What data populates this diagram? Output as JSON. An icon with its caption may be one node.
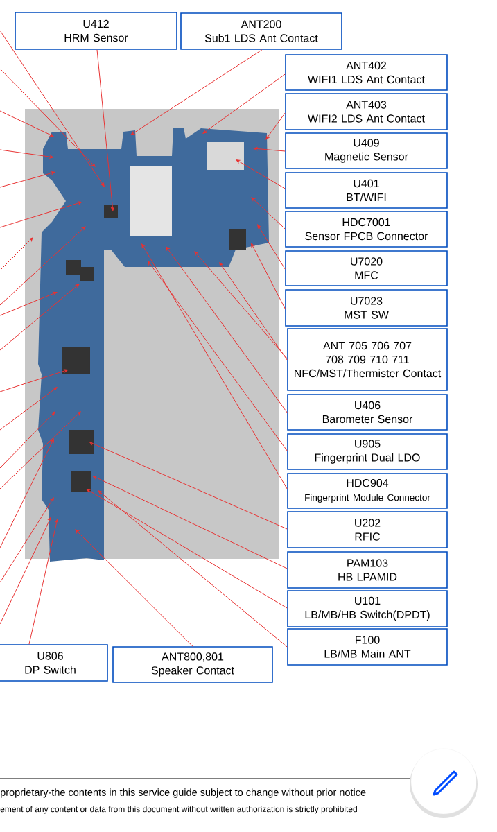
{
  "diagram": {
    "nodes": [
      {
        "text": [
          "U412",
          "HRM Sensor"
        ]
      },
      {
        "text": [
          "ANT200",
          "Sub1 LDS Ant Contact"
        ]
      },
      {
        "text": [
          "ANT402",
          "WIFI1 LDS Ant Contact"
        ]
      },
      {
        "text": [
          "ANT403",
          "WIFI2 LDS Ant Contact"
        ]
      },
      {
        "text": [
          "U409",
          "Magnetic Sensor"
        ]
      },
      {
        "text": [
          "U401",
          "BT/WIFI"
        ]
      },
      {
        "text": [
          "HDC7001",
          "Sensor FPCB Connector"
        ]
      },
      {
        "text": [
          "U7020",
          "MFC"
        ]
      },
      {
        "text": [
          "U7023",
          "MST SW"
        ]
      },
      {
        "text": [
          "ANT 705 706 707 708 709 710 711",
          "NFC/MST/Thermister Contact"
        ]
      },
      {
        "text": [
          "U406",
          "Barometer Sensor"
        ]
      },
      {
        "text": [
          "U905",
          "Fingerprint Dual LDO"
        ]
      },
      {
        "text": [
          "HDC904",
          "Fingerprint Module Connector"
        ]
      },
      {
        "text": [
          "U202",
          "RFIC"
        ]
      },
      {
        "text": [
          "PAM103",
          "HB LPAMID"
        ]
      },
      {
        "text": [
          "U101",
          "LB/MB/HB Switch(DPDT)"
        ]
      },
      {
        "text": [
          "F100",
          "LB/MB Main ANT"
        ]
      },
      {
        "text": [
          "U806",
          "DP Switch"
        ]
      },
      {
        "text": [
          "ANT800,801",
          "Speaker Contact"
        ]
      }
    ],
    "edges": [
      {
        "from": 0,
        "to": null,
        "arrow": "to"
      },
      {
        "from": 1,
        "to": null,
        "arrow": "to"
      },
      {
        "from": 2,
        "to": null,
        "arrow": "to"
      },
      {
        "from": 3,
        "to": null,
        "arrow": "to"
      },
      {
        "from": 4,
        "to": null,
        "arrow": "to"
      },
      {
        "from": 5,
        "to": null,
        "arrow": "to"
      },
      {
        "from": 6,
        "to": null,
        "arrow": "to"
      },
      {
        "from": 7,
        "to": null,
        "arrow": "to"
      },
      {
        "from": 8,
        "to": null,
        "arrow": "to"
      },
      {
        "from": 9,
        "to": null,
        "arrow": "to"
      },
      {
        "from": 9,
        "to": null,
        "arrow": "to"
      },
      {
        "from": 10,
        "to": null,
        "arrow": "to"
      },
      {
        "from": 11,
        "to": null,
        "arrow": "to"
      },
      {
        "from": 12,
        "to": null,
        "arrow": "to"
      },
      {
        "from": 13,
        "to": null,
        "arrow": "to"
      },
      {
        "from": 14,
        "to": null,
        "arrow": "to"
      },
      {
        "from": 15,
        "to": null,
        "arrow": "to"
      },
      {
        "from": 16,
        "to": null,
        "arrow": "to"
      },
      {
        "from": 17,
        "to": null,
        "arrow": "to"
      },
      {
        "from": 18,
        "to": null,
        "arrow": "to"
      }
    ],
    "labels": [
      "proprietary-the contents in this service guide subject to change without prior notice",
      "ement of any content or data from this document without written authorization is strictly prohibited"
    ]
  }
}
